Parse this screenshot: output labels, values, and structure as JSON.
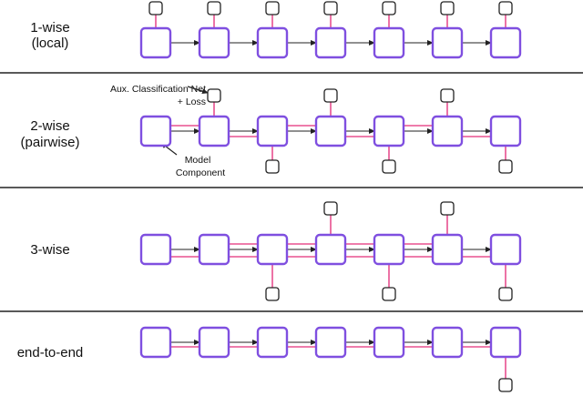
{
  "colors": {
    "module": "#7f4fe0",
    "loss_path": "#e8508f",
    "flow": "#222222",
    "separator": "#222222",
    "loss_box": "#222222"
  },
  "rows": [
    {
      "id": "1-wise",
      "label_lines": [
        "1-wise",
        "(local)"
      ]
    },
    {
      "id": "2-wise",
      "label_lines": [
        "2-wise",
        "(pairwise)"
      ]
    },
    {
      "id": "3-wise",
      "label_lines": [
        "3-wise"
      ]
    },
    {
      "id": "end-to-end",
      "label_lines": [
        "end-to-end"
      ]
    }
  ],
  "annotations": {
    "aux_net_lines": [
      "Aux. Classification Net",
      "+ Loss"
    ],
    "model_component_lines": [
      "Model",
      "Component"
    ]
  }
}
